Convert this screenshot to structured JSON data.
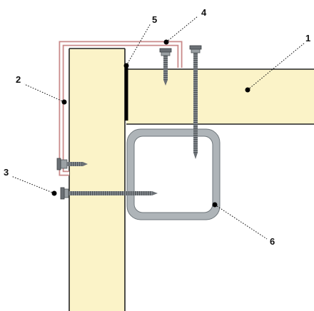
{
  "callouts": {
    "c1": "1",
    "c2": "2",
    "c3": "3",
    "c4": "4",
    "c5": "5",
    "c6": "6"
  },
  "colors": {
    "panel_fill": "#fbf3c8",
    "panel_edge": "#222222",
    "flashing": "#c98a8a",
    "tube_outer": "#aeb4b8",
    "tube_inner": "#e2e6e8",
    "screw": "#6b7075",
    "seal": "#000000",
    "leader": "#111111"
  },
  "icons": {
    "screw": "hex-head-screw-icon",
    "dot": "callout-dot-icon"
  }
}
